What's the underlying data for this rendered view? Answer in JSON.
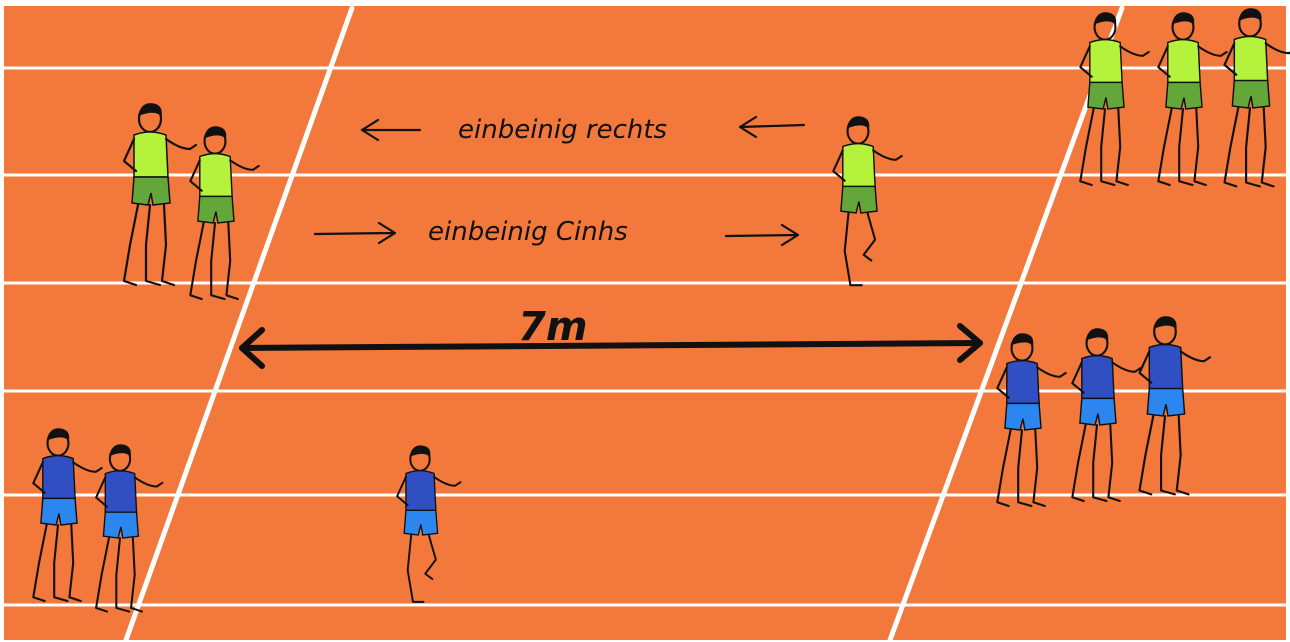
{
  "colors": {
    "track": "#F2783B",
    "lines": "#FFFFFF",
    "ink": "#111111",
    "team_green_shirt": "#B4F23C",
    "team_green_shorts": "#63A63A",
    "team_blue_shirt": "#2F4FC2",
    "team_blue_shorts": "#2B86F0"
  },
  "labels": {
    "top_instruction": "einbeinig rechts",
    "bottom_instruction": "einbeinig Cinhs",
    "distance": "7m"
  },
  "icons": {
    "arrow_left": "arrow-left-icon",
    "arrow_right": "arrow-right-icon",
    "double_arrow": "double-arrow-icon"
  },
  "figures": [
    {
      "team": "green",
      "role": "waiting"
    },
    {
      "team": "green",
      "role": "waiting"
    },
    {
      "team": "green",
      "role": "hopping"
    },
    {
      "team": "green",
      "role": "waiting"
    },
    {
      "team": "green",
      "role": "waiting"
    },
    {
      "team": "green",
      "role": "waiting"
    },
    {
      "team": "blue",
      "role": "waiting"
    },
    {
      "team": "blue",
      "role": "waiting"
    },
    {
      "team": "blue",
      "role": "hopping"
    },
    {
      "team": "blue",
      "role": "waiting"
    },
    {
      "team": "blue",
      "role": "waiting"
    },
    {
      "team": "blue",
      "role": "waiting"
    }
  ]
}
